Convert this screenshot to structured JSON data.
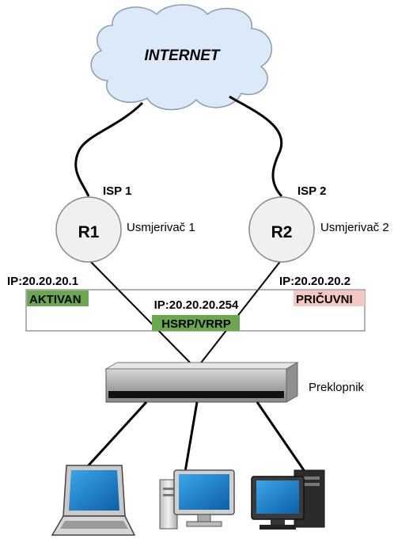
{
  "cloud": {
    "label": "INTERNET"
  },
  "isp": {
    "left": "ISP 1",
    "right": "ISP 2"
  },
  "routers": [
    {
      "id": "R1",
      "name": "Usmjerivač 1",
      "ip": "IP:20.20.20.1",
      "state": "AKTIVAN"
    },
    {
      "id": "R2",
      "name": "Usmjerivač 2",
      "ip": "IP:20.20.20.2",
      "state": "PRIČUVNI"
    }
  ],
  "virtual": {
    "ip": "IP:20.20.20.254",
    "protocol": "HSRP/VRRP"
  },
  "switch": {
    "label": "Preklopnik"
  },
  "colors": {
    "active": "#6aa84f",
    "standby": "#f4c7c3",
    "cloud_fill": "#dce9f9",
    "router_fill": "#f0f0f0"
  },
  "hosts": [
    "laptop-icon",
    "desktop-pc-icon",
    "workstation-icon"
  ]
}
